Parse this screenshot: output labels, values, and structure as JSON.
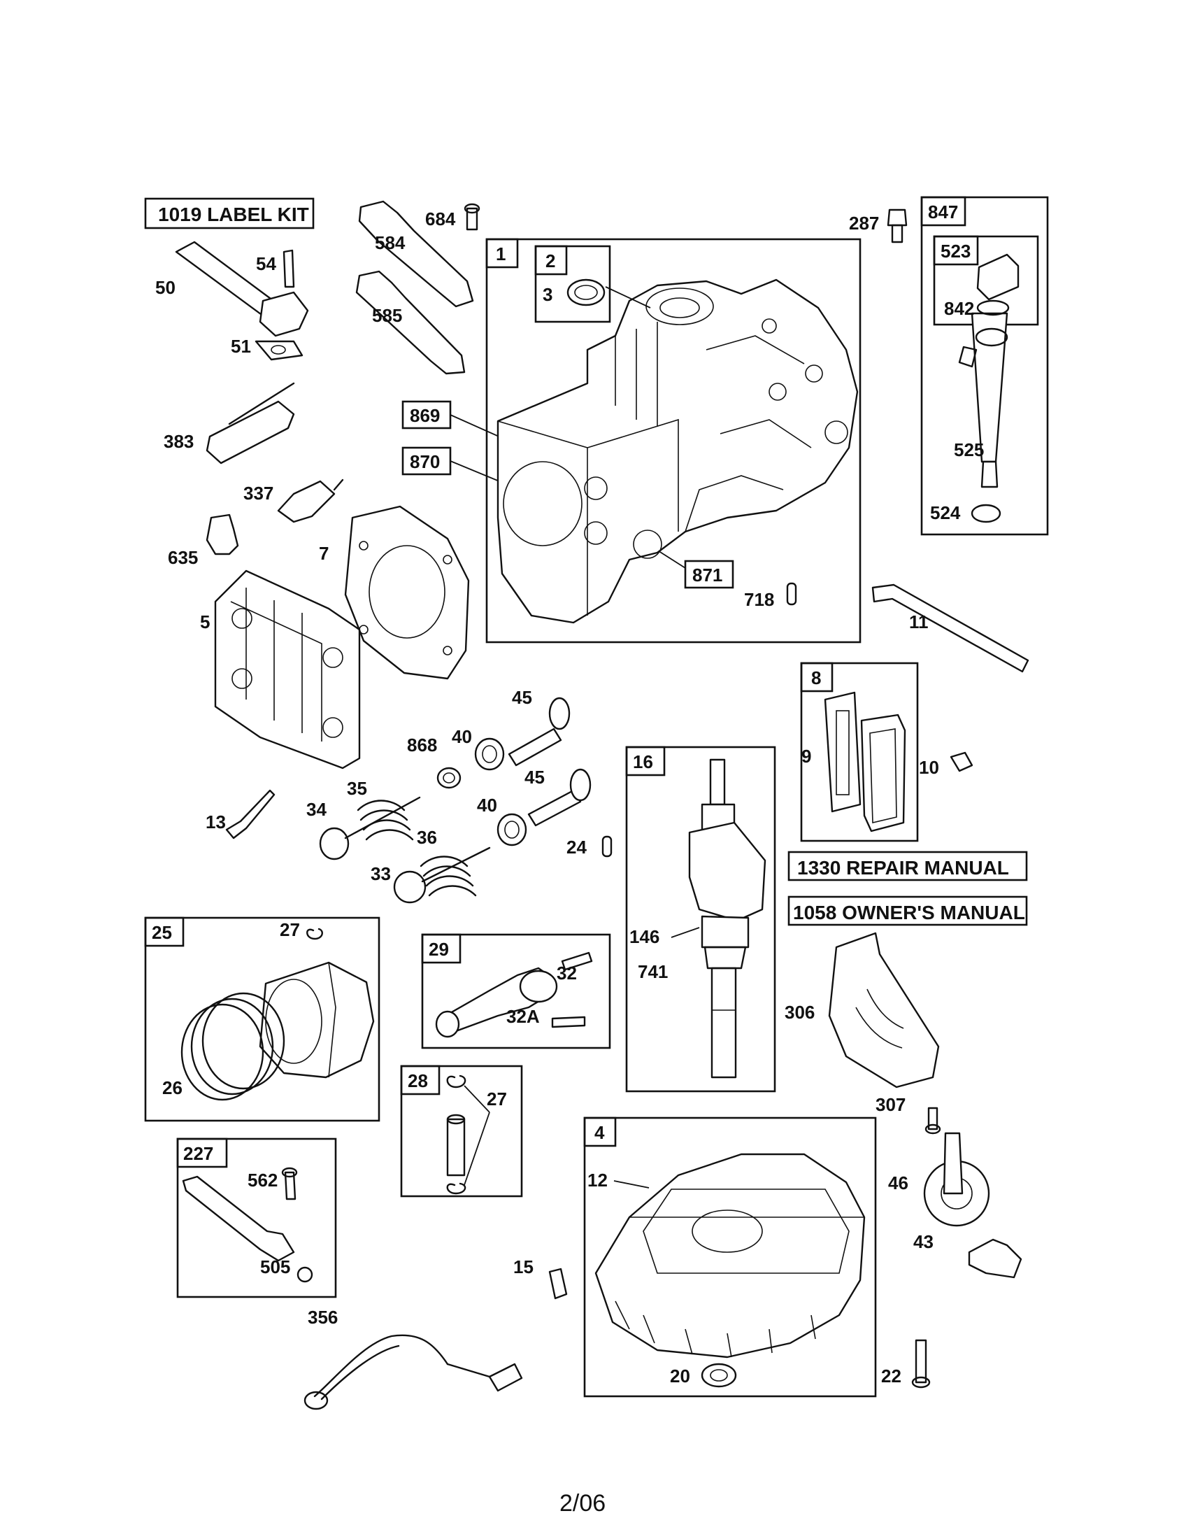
{
  "boxed_labels": {
    "label_kit": "1019 LABEL KIT",
    "repair_manual": "1330 REPAIR MANUAL",
    "owners_manual": "1058 OWNER'S MANUAL"
  },
  "groups": {
    "g1": "1",
    "g2": "2",
    "g4": "4",
    "g8": "8",
    "g16": "16",
    "g25": "25",
    "g28": "28",
    "g29": "29",
    "g227": "227",
    "g523": "523",
    "g847": "847"
  },
  "callouts_boxed": {
    "c869": "869",
    "c870": "870",
    "c871": "871"
  },
  "parts": {
    "p3": "3",
    "p5": "5",
    "p7": "7",
    "p9": "9",
    "p10": "10",
    "p11": "11",
    "p12": "12",
    "p13": "13",
    "p15": "15",
    "p20": "20",
    "p22": "22",
    "p24": "24",
    "p26": "26",
    "p27a": "27",
    "p27b": "27",
    "p32": "32",
    "p32a": "32A",
    "p33": "33",
    "p34": "34",
    "p35": "35",
    "p36": "36",
    "p40a": "40",
    "p40b": "40",
    "p43": "43",
    "p45a": "45",
    "p45b": "45",
    "p46": "46",
    "p50": "50",
    "p51": "51",
    "p54": "54",
    "p146": "146",
    "p287": "287",
    "p306": "306",
    "p307": "307",
    "p337": "337",
    "p356": "356",
    "p383": "383",
    "p505": "505",
    "p524": "524",
    "p525": "525",
    "p562": "562",
    "p584": "584",
    "p585": "585",
    "p635": "635",
    "p684": "684",
    "p718": "718",
    "p741": "741",
    "p842": "842",
    "p868": "868"
  },
  "footer": {
    "page": "2/06"
  }
}
